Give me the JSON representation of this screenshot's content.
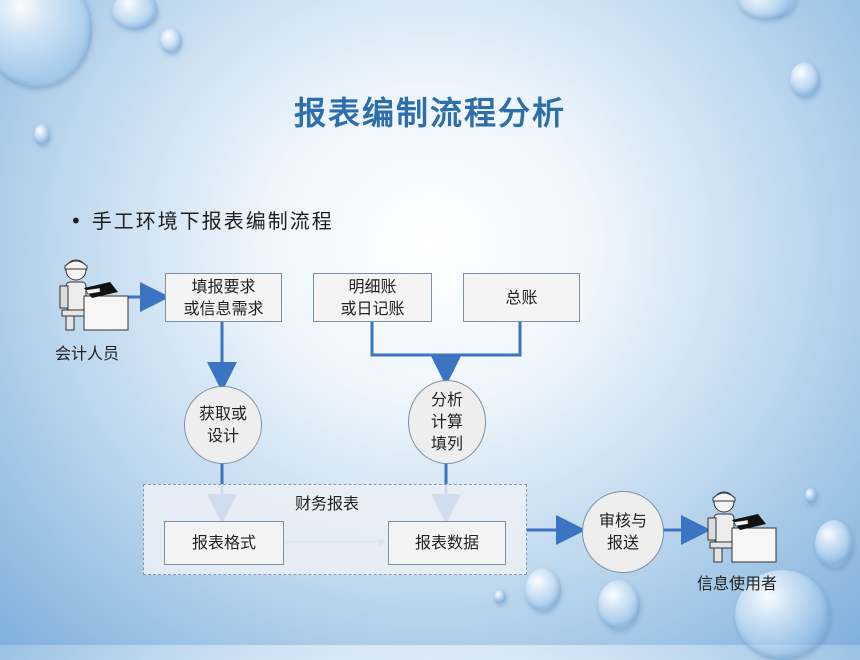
{
  "slide": {
    "title": "报表编制流程分析",
    "bullet": "手工环境下报表编制流程"
  },
  "diagram": {
    "actors": {
      "accountant": "会计人员",
      "info_user": "信息使用者"
    },
    "boxes": {
      "requirements": "填报要求\n或信息需求",
      "detail_ledger": "明细账\n或日记账",
      "general_ledger": "总账",
      "report_format": "报表格式",
      "report_data": "报表数据"
    },
    "circles": {
      "obtain_design": "获取或\n设计",
      "analyze_calc": "分析\n计算\n填列",
      "review_submit": "审核与\n报送"
    },
    "group_label": "财务报表"
  },
  "colors": {
    "title": "#2e6ea9",
    "arrow": "#3b74c0",
    "box_border": "#7f8fa3"
  }
}
